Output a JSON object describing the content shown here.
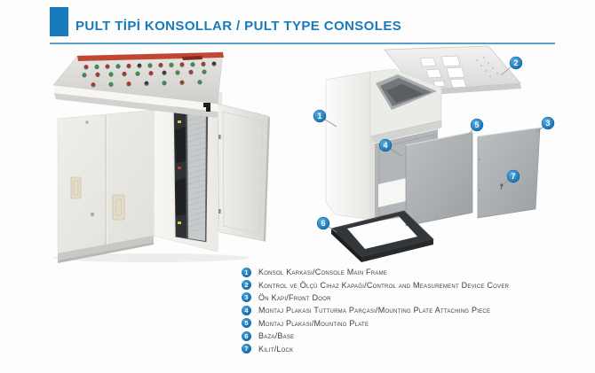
{
  "header": {
    "title": "PULT TİPİ KONSOLLAR / PULT TYPE CONSOLES",
    "accent_color": "#177bbc",
    "underline_color": "#58a2ca"
  },
  "photo": {
    "button_colors": [
      "#b52f23",
      "#2c9b4d",
      "#b52f23",
      "#2c9b4d",
      "#b52f23",
      "#343434",
      "#2c9b4d"
    ],
    "top_strip_color": "#c24733",
    "cabinet_color": "#efeeea"
  },
  "diagram": {
    "badge_color": "#0f67a9",
    "panel_color": "#aab0b3",
    "base_color": "#2c2f31",
    "callouts": [
      {
        "num": "1"
      },
      {
        "num": "2"
      },
      {
        "num": "3"
      },
      {
        "num": "4"
      },
      {
        "num": "5"
      },
      {
        "num": "6"
      },
      {
        "num": "7"
      }
    ]
  },
  "legend": {
    "items": [
      {
        "num": "1",
        "label": "Konsol Karkası/Console Main Frame"
      },
      {
        "num": "2",
        "label": "Kontrol ve Ölçü Cihaz Kapağı/Control and Measurement Device Cover"
      },
      {
        "num": "3",
        "label": "Ön Kapı/Front Door"
      },
      {
        "num": "4",
        "label": "Montaj Plakası Tutturma Parçası/Mounting Plate Attaching Piece"
      },
      {
        "num": "5",
        "label": "Montaj Plakası/Mounting Plate"
      },
      {
        "num": "6",
        "label": "Baza/Base"
      },
      {
        "num": "7",
        "label": "Kilit/Lock"
      }
    ]
  }
}
